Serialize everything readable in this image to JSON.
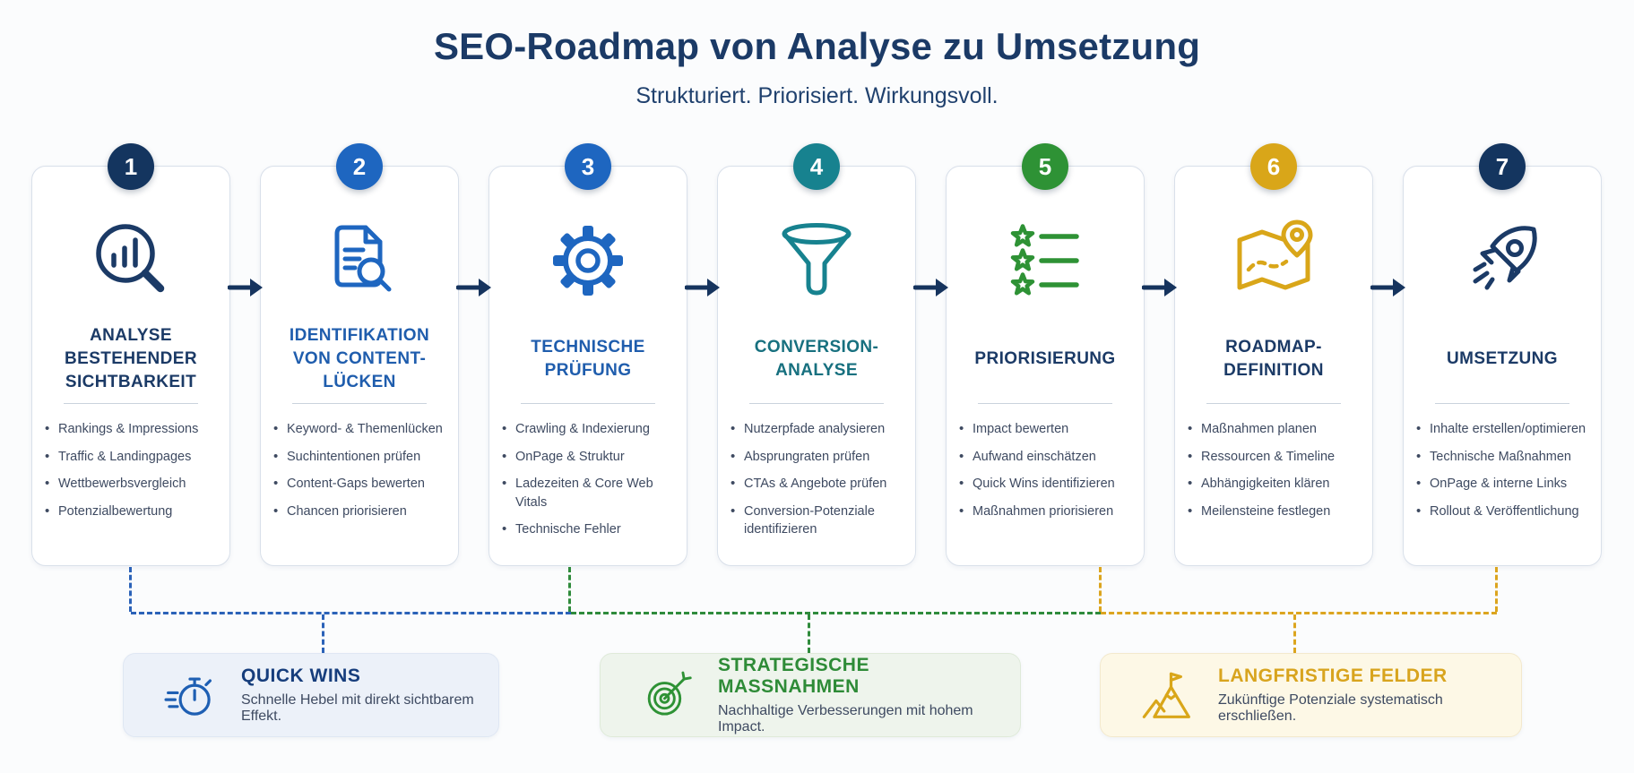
{
  "header": {
    "title": "SEO-Roadmap von Analyse zu Umsetzung",
    "subtitle": "Strukturiert. Priorisiert. Wirkungsvoll."
  },
  "colors": {
    "navy": "#1b3a66",
    "arrow": "#16345e",
    "background": "#fbfcfd",
    "card_border": "#d9e0ea",
    "bullet_text": "#3e4a61",
    "connector_quick_wins": "#2b62b8",
    "connector_strategic": "#2f8b3c",
    "connector_long_term": "#dca51f"
  },
  "steps": [
    {
      "number": "1",
      "icon": "chart-magnifier-icon",
      "badge_color": "#14355f",
      "accent_color": "#1b3a66",
      "title_color": "#1b3a66",
      "title": "ANALYSE BESTEHENDER SICHTBARKEIT",
      "bullets": [
        "Rankings & Impressions",
        "Traffic & Landingpages",
        "Wettbewerbsvergleich",
        "Potenzialbewertung"
      ]
    },
    {
      "number": "2",
      "icon": "document-search-icon",
      "badge_color": "#1e66c0",
      "accent_color": "#1e66c0",
      "title_color": "#1f5dad",
      "title": "IDENTIFIKATION VON CONTENT-LÜCKEN",
      "bullets": [
        "Keyword- & Themenlücken",
        "Suchintentionen prüfen",
        "Content-Gaps bewerten",
        "Chancen priorisieren"
      ]
    },
    {
      "number": "3",
      "icon": "gear-icon",
      "badge_color": "#1e66c0",
      "accent_color": "#1e66c0",
      "title_color": "#1f5dad",
      "title": "TECHNISCHE PRÜFUNG",
      "bullets": [
        "Crawling & Indexierung",
        "OnPage & Struktur",
        "Ladezeiten & Core Web Vitals",
        "Technische Fehler"
      ]
    },
    {
      "number": "4",
      "icon": "funnel-icon",
      "badge_color": "#17828f",
      "accent_color": "#17828f",
      "title_color": "#17707f",
      "title": "CONVERSION-ANALYSE",
      "bullets": [
        "Nutzerpfade analysieren",
        "Absprungraten prüfen",
        "CTAs & Angebote prüfen",
        "Conversion-Potenziale identifizieren"
      ]
    },
    {
      "number": "5",
      "icon": "star-list-icon",
      "badge_color": "#2e9235",
      "accent_color": "#2e9235",
      "title_color": "#1b3a66",
      "title": "PRIORISIERUNG",
      "bullets": [
        "Impact bewerten",
        "Aufwand einschätzen",
        "Quick Wins identifizieren",
        "Maßnahmen priorisieren"
      ]
    },
    {
      "number": "6",
      "icon": "map-pin-icon",
      "badge_color": "#d9a619",
      "accent_color": "#d9a619",
      "title_color": "#1b3a66",
      "title": "ROADMAP-DEFINITION",
      "bullets": [
        "Maßnahmen planen",
        "Ressourcen & Timeline",
        "Abhängigkeiten klären",
        "Meilensteine festlegen"
      ]
    },
    {
      "number": "7",
      "icon": "rocket-icon",
      "badge_color": "#14355f",
      "accent_color": "#1b3a66",
      "title_color": "#1b3a66",
      "title": "UMSETZUNG",
      "bullets": [
        "Inhalte erstellen/optimieren",
        "Technische Maßnahmen",
        "OnPage & interne Links",
        "Rollout & Veröffentlichung"
      ]
    }
  ],
  "legend": [
    {
      "icon": "stopwatch-icon",
      "title": "QUICK WINS",
      "subtitle": "Schnelle Hebel mit direkt sichtbarem Effekt.",
      "bg": "#ecf1f9",
      "border": "#dfe7f3",
      "title_color": "#163d7c",
      "icon_color": "#1e5fb3"
    },
    {
      "icon": "target-dart-icon",
      "title": "STRATEGISCHE MASSNAHMEN",
      "subtitle": "Nachhaltige Verbesserungen mit hohem Impact.",
      "bg": "#eef4ec",
      "border": "#dfead9",
      "title_color": "#2e8b37",
      "icon_color": "#2e9235"
    },
    {
      "icon": "mountain-flag-icon",
      "title": "LANGFRISTIGE FELDER",
      "subtitle": "Zukünftige Potenziale systematisch erschließen.",
      "bg": "#fdf8e6",
      "border": "#f3e9cd",
      "title_color": "#d8a41e",
      "icon_color": "#d9a619"
    }
  ]
}
